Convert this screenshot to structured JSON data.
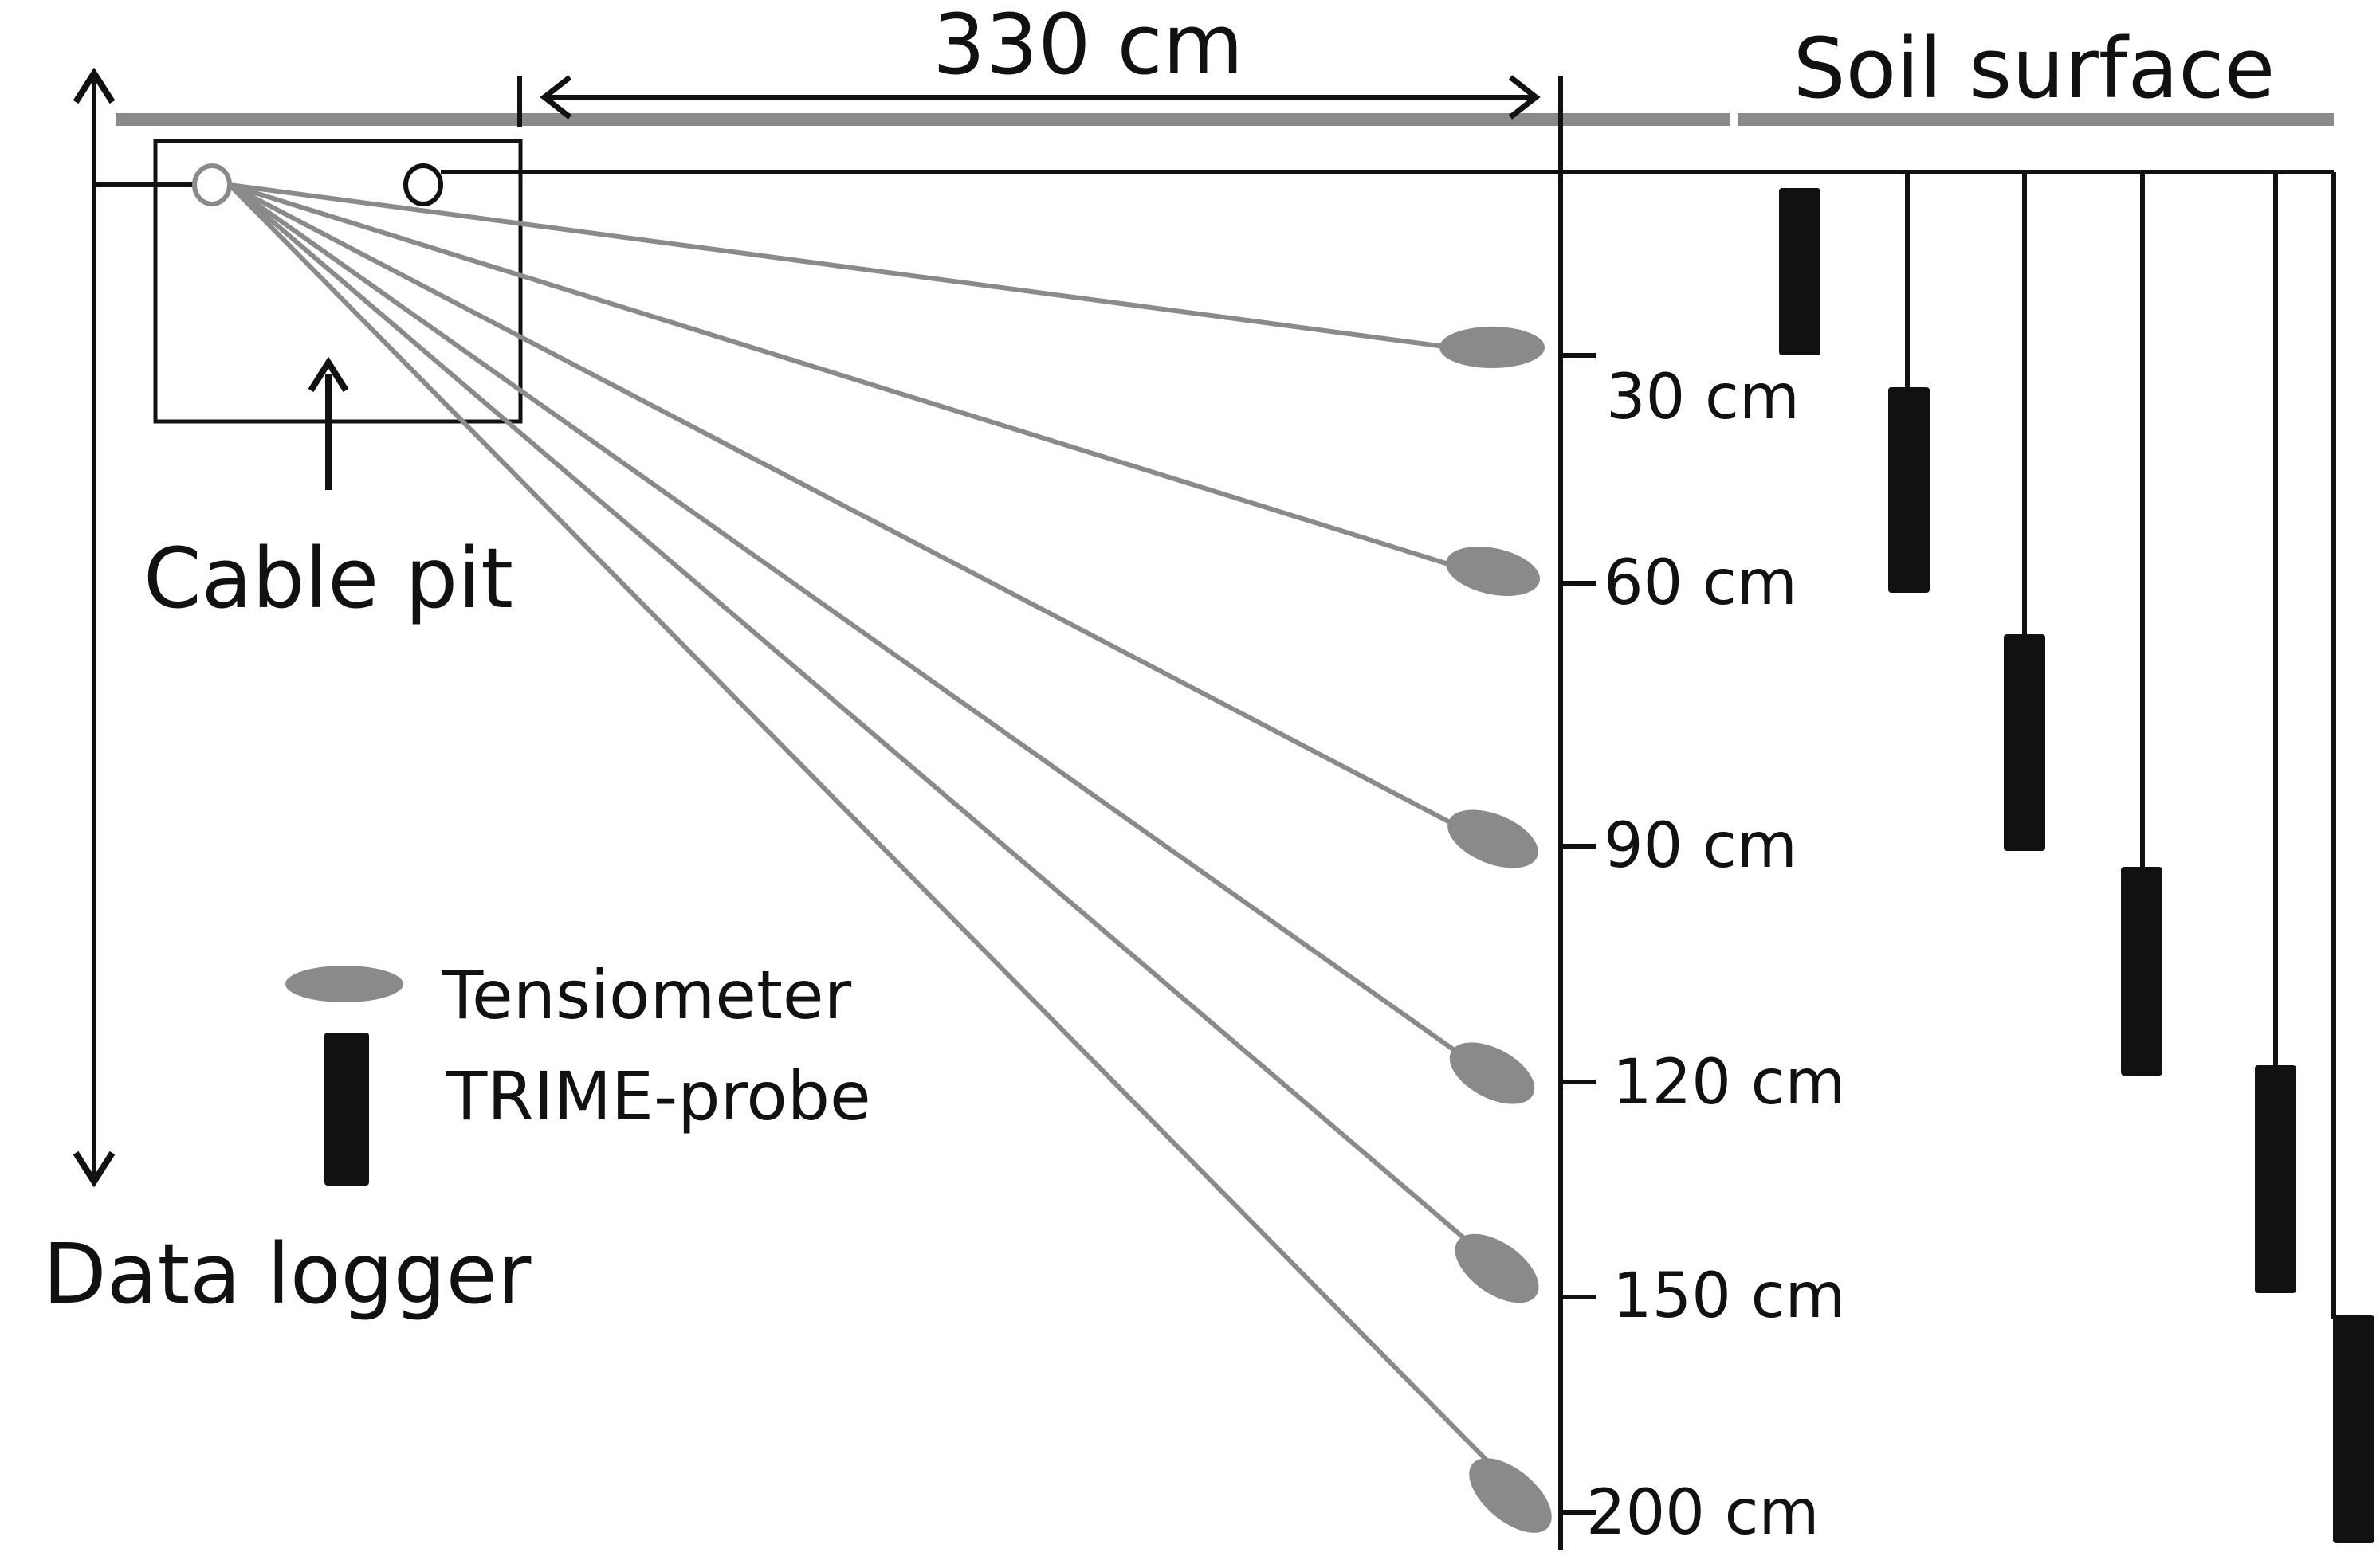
{
  "diagram": {
    "labels": {
      "distance": "330 cm",
      "soil_surface": "Soil surface",
      "cable_pit": "Cable pit",
      "data_logger": "Data logger"
    },
    "legend": {
      "tensiometer": "Tensiometer",
      "trime_probe": "TRIME-probe"
    },
    "depths": [
      "30 cm",
      "60 cm",
      "90 cm",
      "120 cm",
      "150 cm",
      "200 cm"
    ],
    "colors": {
      "ink": "#111111",
      "gray": "#8a8a8a",
      "background": "#ffffff"
    }
  }
}
